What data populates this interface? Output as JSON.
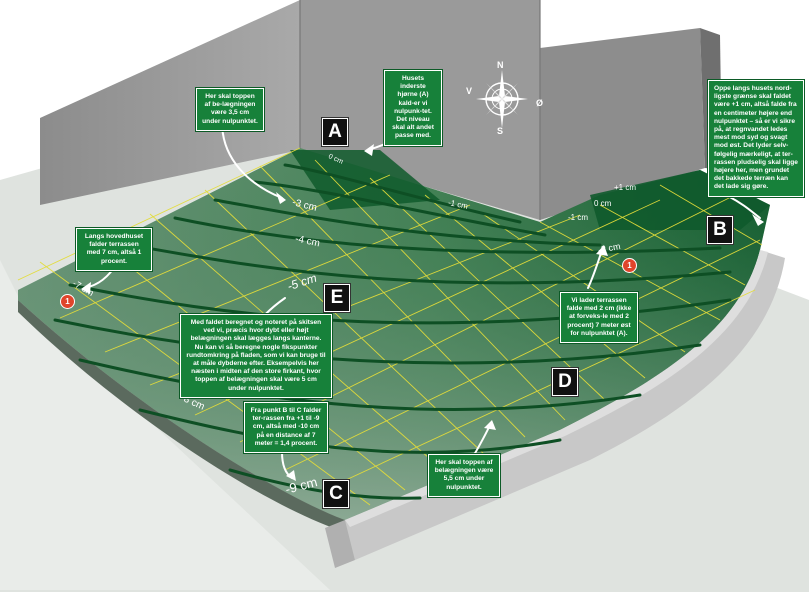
{
  "colors": {
    "wall": "#9b9b9b",
    "wall_dark": "#7d7d7d",
    "floor": "#5f6f62",
    "terrace_light": "#7f9f86",
    "terrace_dark": "#0f5a2c",
    "grid": "#e3dc3a",
    "contour": "#0e4f24",
    "curb": "#c7c7c7",
    "note_bg": "#17813a",
    "badge": "#e0452b"
  },
  "markers": {
    "A": "A",
    "B": "B",
    "C": "C",
    "D": "D",
    "E": "E"
  },
  "badges": {
    "one_left": "1",
    "one_right": "1"
  },
  "compass": {
    "north": "N",
    "south": "S",
    "west": "V",
    "east": "Ø"
  },
  "contours": {
    "zero_a": "0 cm",
    "minus3": "-3 cm",
    "minus4": "-4 cm",
    "minus5": "-5 cm",
    "minus7": "-7 cm",
    "minus8": "-8 cm",
    "minus9": "-9 cm",
    "minus1_mid": "-1 cm",
    "plus1_b": "+1 cm",
    "zero_b": "0 cm",
    "minus1_b": "-1 cm",
    "minus2": "-2 cm"
  },
  "notes": {
    "top_left": "Her skal toppen af be-lægningen være 3,5 cm under nulpunktet.",
    "top_mid": "Husets inderste hjørne (A) kald-er vi nulpunk-tet. Det niveau skal alt andet passe med.",
    "top_right": "Oppe langs husets nord-ligste grænse skal faldet være +1 cm, altså falde fra en centimeter højere end nulpunktet – så er vi sikre på, at regnvandet ledes mest mod syd og svagt mod øst. Det lyder selv-følgelig mærkeligt, at ter-rassen pludselig skal ligge højere her, men grundet det bakkede terræn kan det lade sig gøre.",
    "left": "Langs hovedhuset falder terrassen med 7 cm, altså 1 procent.",
    "center": "Med faldet beregnet og noteret på skitsen ved vi, præcis hvor dybt eller højt belægningen skal lægges langs kanterne. Nu kan vi så beregne nogle fikspunkter rundtomkring på fladen, som vi kan bruge til at måle dybderne efter. Eksempelvis her næsten i midten af den store firkant, hvor toppen af belægningen skal være 5 cm under nulpunktet.",
    "right": "Vi lader terrassen falde med 2 cm (ikke at forveks-le med 2 procent) 7 meter øst for nulpunktet (A).",
    "bottom_center": "Fra punkt B til C falder ter-rassen fra +1 til -9 cm, altså med -10 cm på en distance af 7 meter = 1,4 procent.",
    "bottom_right": "Her skal toppen af belægningen være 5,5 cm under nulpunktet."
  }
}
